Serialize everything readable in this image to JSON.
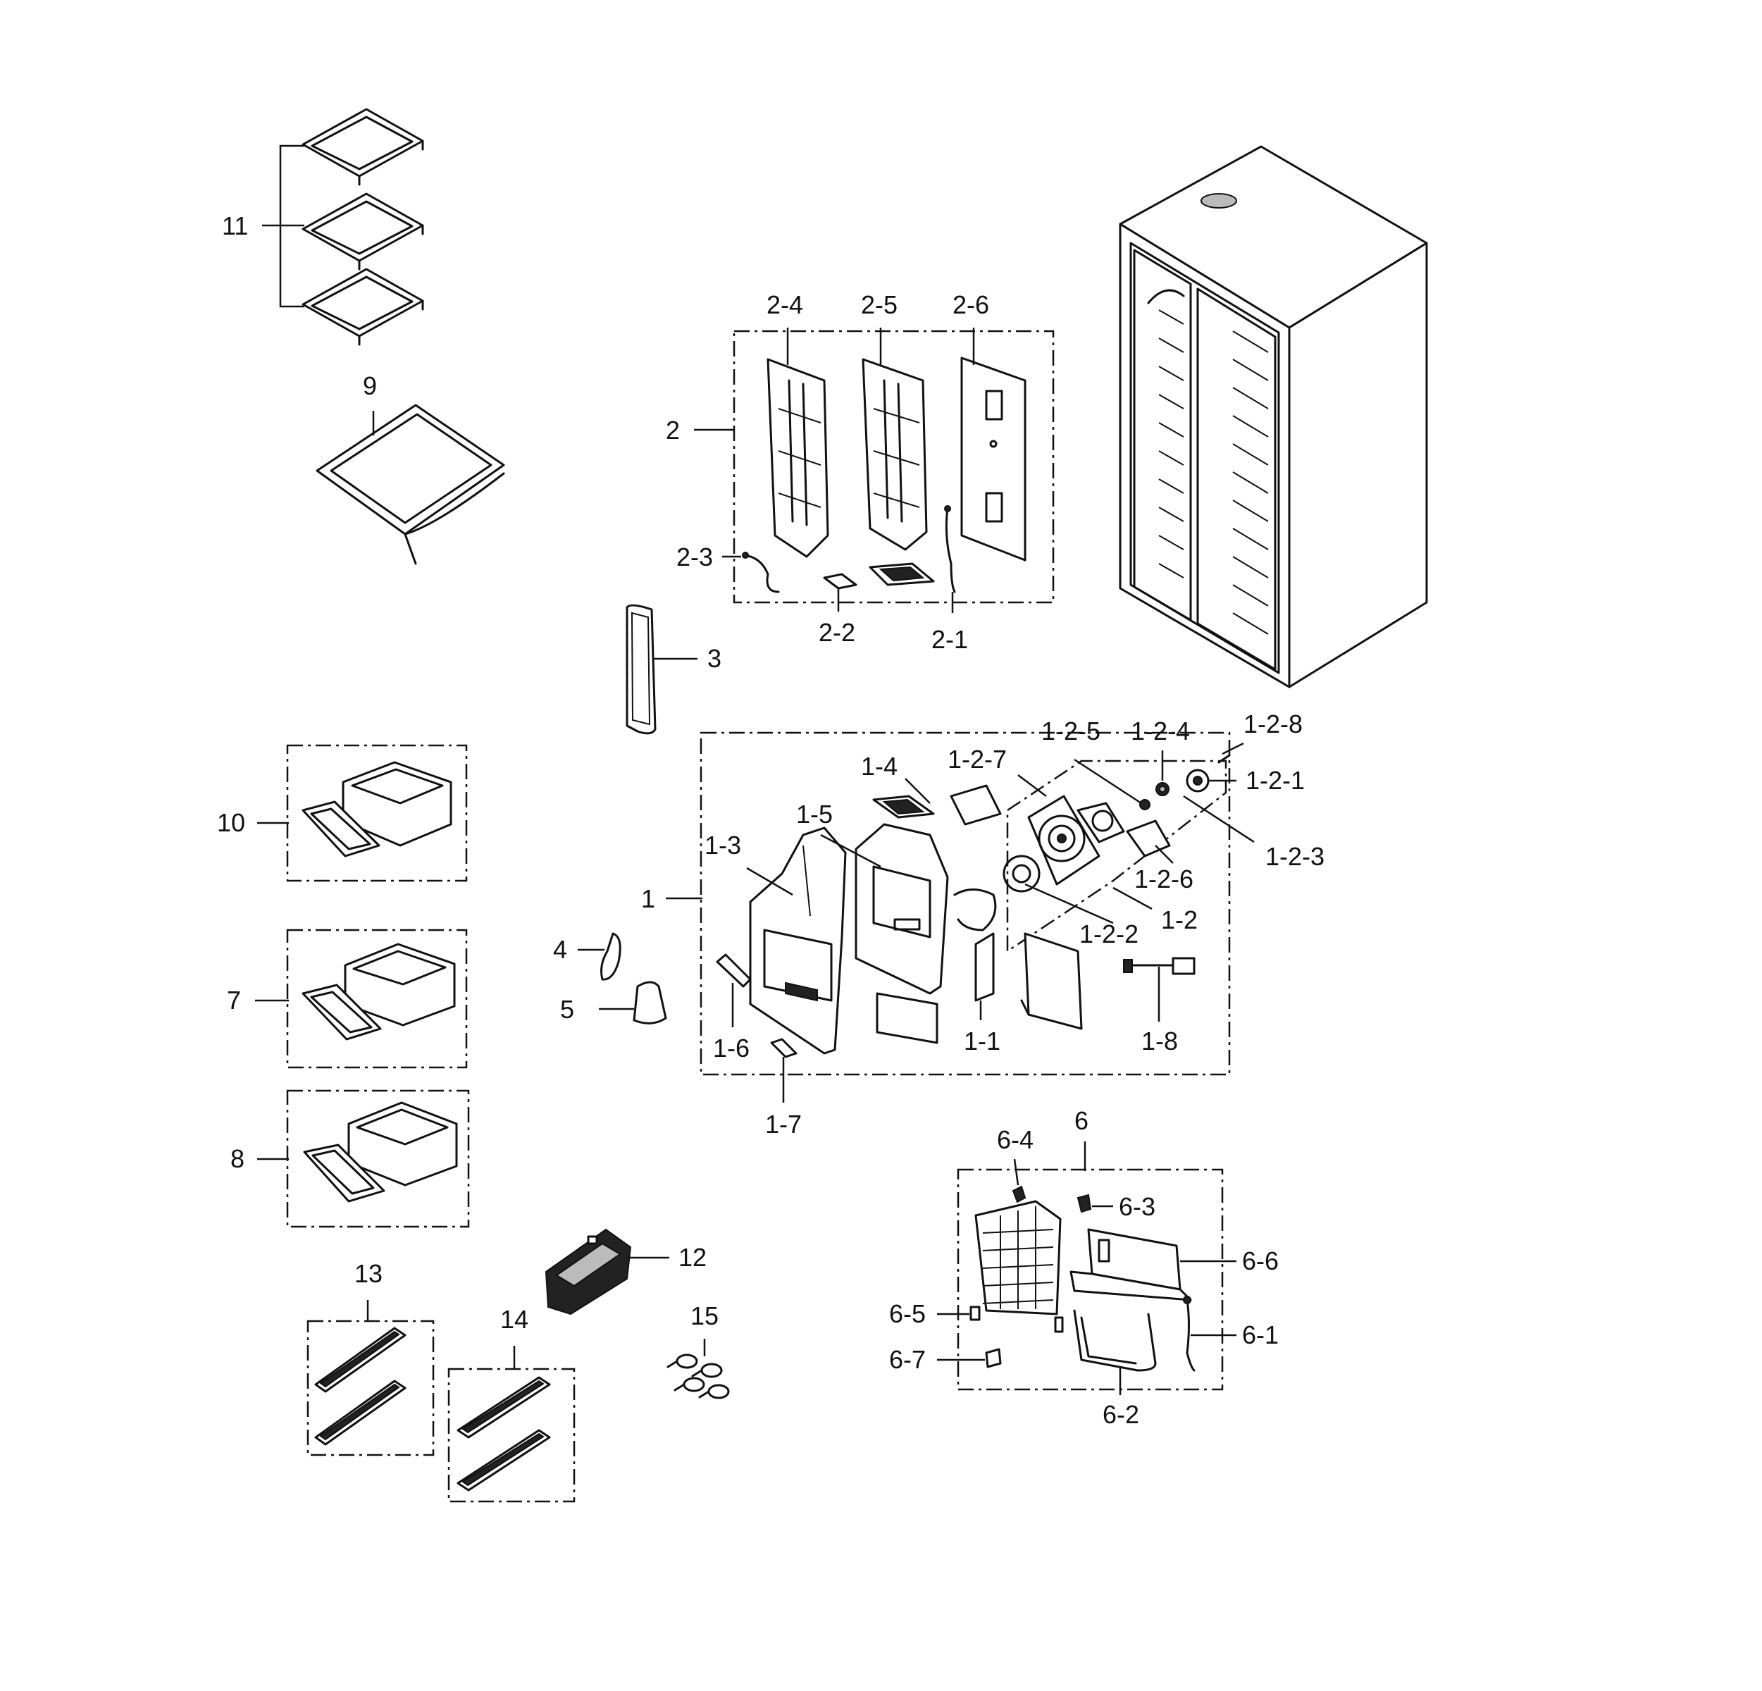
{
  "labels": {
    "l11": "11",
    "l9": "9",
    "l2": "2",
    "l2_4": "2-4",
    "l2_5": "2-5",
    "l2_6": "2-6",
    "l2_3": "2-3",
    "l2_2": "2-2",
    "l2_1": "2-1",
    "l3": "3",
    "l10": "10",
    "l7": "7",
    "l8": "8",
    "l4": "4",
    "l5": "5",
    "l1": "1",
    "l1_3": "1-3",
    "l1_5": "1-5",
    "l1_4": "1-4",
    "l1_2_7": "1-2-7",
    "l1_2_5": "1-2-5",
    "l1_2_4": "1-2-4",
    "l1_2_8": "1-2-8",
    "l1_2_1": "1-2-1",
    "l1_2_6": "1-2-6",
    "l1_2_3": "1-2-3",
    "l1_2": "1-2",
    "l1_2_2": "1-2-2",
    "l1_6": "1-6",
    "l1_1": "1-1",
    "l1_8": "1-8",
    "l1_7": "1-7",
    "l6": "6",
    "l6_4": "6-4",
    "l6_3": "6-3",
    "l6_6": "6-6",
    "l6_5": "6-5",
    "l6_1": "6-1",
    "l6_7": "6-7",
    "l6_2": "6-2",
    "l12": "12",
    "l13": "13",
    "l14": "14",
    "l15": "15"
  }
}
